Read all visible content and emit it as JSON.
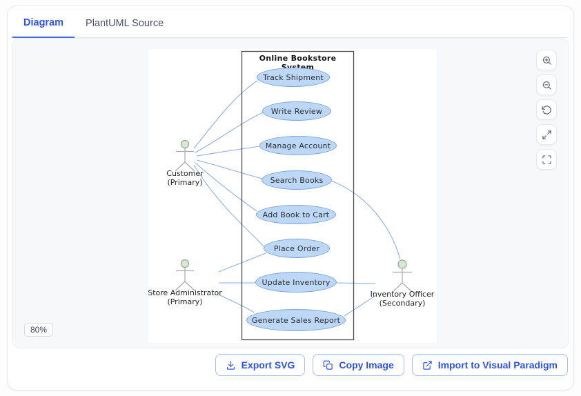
{
  "tabs": {
    "diagram": "Diagram",
    "source": "PlantUML Source"
  },
  "canvas": {
    "zoom_badge": "80%"
  },
  "zoom_controls": [
    {
      "name": "zoom-in",
      "icon": "magnifier-plus-icon"
    },
    {
      "name": "zoom-out",
      "icon": "magnifier-minus-icon"
    },
    {
      "name": "reset-view",
      "icon": "rotate-ccw-icon"
    },
    {
      "name": "fit-expand",
      "icon": "arrows-out-icon"
    },
    {
      "name": "fullscreen",
      "icon": "corner-brackets-icon"
    }
  ],
  "footer": {
    "buttons": [
      {
        "label": "Export SVG",
        "icon": "download-icon"
      },
      {
        "label": "Copy Image",
        "icon": "copy-icon"
      },
      {
        "label": "Import to Visual Paradigm",
        "icon": "external-link-icon"
      }
    ]
  },
  "diagram": {
    "system_boundary_title": "Online Bookstore System",
    "use_cases": [
      "Track Shipment",
      "Write Review",
      "Manage Account",
      "Search Books",
      "Add Book to Cart",
      "Place Order",
      "Update Inventory",
      "Generate Sales Report"
    ],
    "actors": [
      {
        "name": "Customer",
        "stereotype": "(Primary)"
      },
      {
        "name": "Store Administrator",
        "stereotype": "(Primary)"
      },
      {
        "name": "Inventory Officer",
        "stereotype": "(Secondary)"
      }
    ],
    "associations": [
      {
        "from": "Customer",
        "to": "Track Shipment"
      },
      {
        "from": "Customer",
        "to": "Write Review"
      },
      {
        "from": "Customer",
        "to": "Manage Account"
      },
      {
        "from": "Customer",
        "to": "Search Books"
      },
      {
        "from": "Customer",
        "to": "Add Book to Cart"
      },
      {
        "from": "Customer",
        "to": "Place Order"
      },
      {
        "from": "Store Administrator",
        "to": "Place Order"
      },
      {
        "from": "Store Administrator",
        "to": "Update Inventory"
      },
      {
        "from": "Store Administrator",
        "to": "Generate Sales Report"
      },
      {
        "from": "Inventory Officer",
        "to": "Search Books"
      },
      {
        "from": "Inventory Officer",
        "to": "Update Inventory"
      },
      {
        "from": "Inventory Officer",
        "to": "Generate Sales Report"
      }
    ],
    "colors": {
      "usecase_fill": "#BDD7F6",
      "usecase_stroke": "#7BA4DC",
      "association_line": "#8BAFE7",
      "boundary_stroke": "#4A4A4A",
      "actor_head_fill": "#D8E9D3",
      "accent_blue": "#2D53E8"
    }
  }
}
